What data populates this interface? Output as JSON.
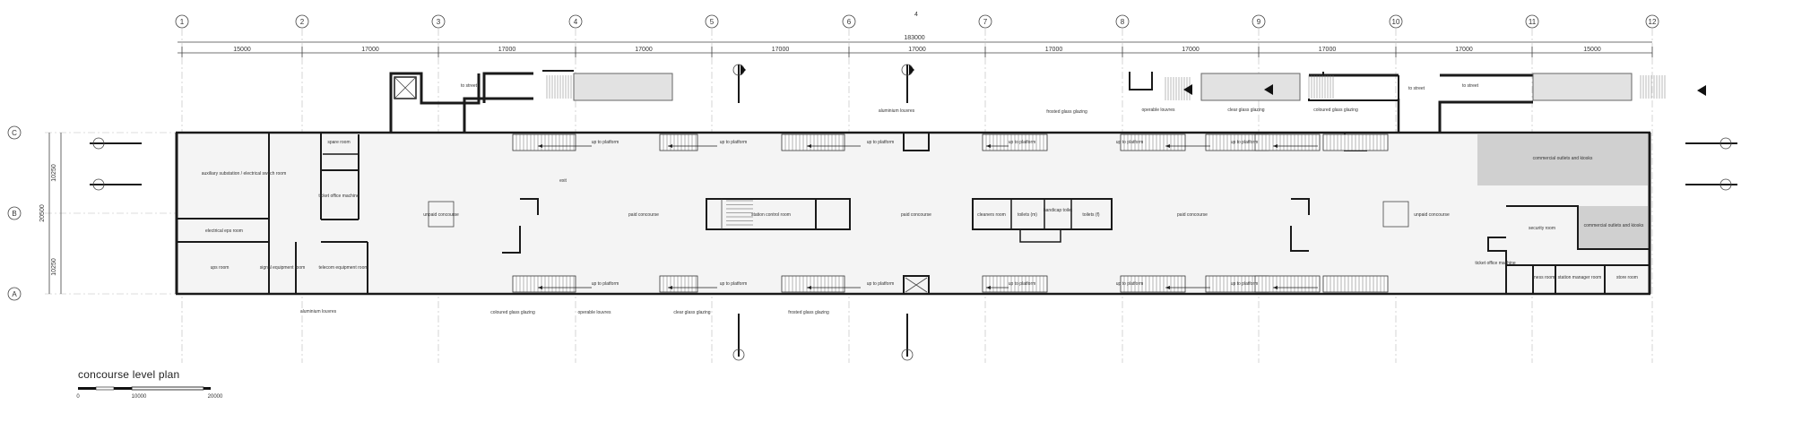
{
  "title": "concourse level plan",
  "scale_bar": {
    "labels": [
      "0",
      "10000",
      "20000"
    ]
  },
  "grid": {
    "columns": [
      "1",
      "2",
      "3",
      "4",
      "5",
      "6",
      "7",
      "8",
      "9",
      "10",
      "11",
      "12"
    ],
    "rows": [
      "C",
      "B",
      "A"
    ],
    "column_spacings": [
      "15000",
      "17000",
      "17000",
      "17000",
      "17000",
      "17000",
      "17000",
      "17000",
      "17000",
      "17000",
      "15000"
    ],
    "total_width": "183000",
    "row_dims": [
      "10250",
      "10250"
    ],
    "total_depth": "20500"
  },
  "rooms": {
    "substation": "auxiliary substation / electrical switch room",
    "spare": "spare room",
    "ticket_machine_left": "ticket office machine",
    "electrical_eps": "electrical eps room",
    "ups": "ups room",
    "signal": "signal equipment room",
    "telecom": "telecom equipment room",
    "unpaid_left": "unpaid concourse",
    "paid_1": "paid concourse",
    "station_control": "station control room",
    "paid_2": "paid concourse",
    "cleaners": "cleaners room",
    "toilets_m": "toilets (m)",
    "handicap": "handicap toilet",
    "toilets_f": "toilets (f)",
    "paid_3": "paid concourse",
    "unpaid_right": "unpaid concourse",
    "commercial_1": "commercial outlets and kiosks",
    "security": "security room",
    "commercial_2": "commercial outlets and kiosks",
    "ticket_office_right": "ticket office machine",
    "mess": "mess room",
    "station_manager": "station manager room",
    "store": "store room"
  },
  "labels": {
    "up_to_platform": "up to platform",
    "to_street": "to street",
    "exit": "exit",
    "aluminium_louvres": "aluminium louvres",
    "frosted_glass": "frosted glass glazing",
    "operable_louvres": "operable louvres",
    "clear_glass": "clear glass glazing",
    "coloured_glass": "coloured glass glazing",
    "section_mark": "4"
  }
}
